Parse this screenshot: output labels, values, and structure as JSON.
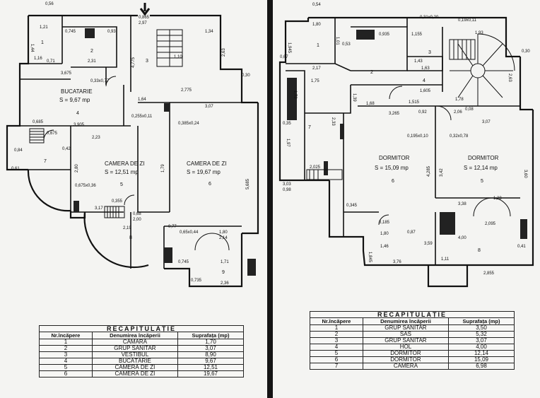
{
  "ground_floor": {
    "dims": {
      "d056": "0,56",
      "d121": "1,21",
      "d144": "1,44",
      "d116": "1,16",
      "d071": "0,71",
      "d0745": "0,745",
      "d093": "0,93",
      "d0865": "0,865",
      "d297": "2,97",
      "d134": "1,34",
      "d110": "1,10",
      "d231": "2,31",
      "d3675": "3,675",
      "d4775": "4,775",
      "d033": "0,33x0,77",
      "d263": "2,63",
      "d030": "0,30",
      "d2775": "2,775",
      "d164": "1,64",
      "d0255": "0,255x0,11",
      "d0385": "0,385x0,24",
      "d307": "3,07",
      "d3905": "3,905",
      "d223": "2,23",
      "d0685": "0,685",
      "d0675": "0,675",
      "d084": "0,84",
      "d061": "0,61",
      "d042": "0,42",
      "d280": "2,80",
      "d179": "1,79",
      "d5685": "5,685",
      "d0675b": "0,675x0,36",
      "d317": "3,17",
      "d0355": "0,355",
      "d068": "0,68",
      "d219": "2,19",
      "d200": "2,00",
      "d077": "0,77",
      "d065": "0,65x0,44",
      "d180": "1,80",
      "d214": "2,14",
      "d0745b": "0,745",
      "d171": "1,71",
      "d0735": "0,735",
      "d236": "2,36"
    },
    "rooms": {
      "n1": "1",
      "n2": "2",
      "n3": "3",
      "n4": "4",
      "n5": "5",
      "n6": "6",
      "n7": "7",
      "n8": "8",
      "n9": "9",
      "bucatarie": "BUCATARIE",
      "bucatarie_area": "S = 9,67 mp",
      "camera5": "CAMERA DE ZI",
      "camera5_area": "S = 12,51 mp",
      "camera6": "CAMERA DE ZI",
      "camera6_area": "S = 19,67 mp"
    },
    "recap": {
      "title": "RECAPITULAȚIE",
      "headers": [
        "Nr.încăpere",
        "Denumirea încăperii",
        "Suprafața (mp)"
      ],
      "rows": [
        [
          "1",
          "CĂMARĂ",
          "1,70"
        ],
        [
          "2",
          "GRUP SANITAR",
          "3,07"
        ],
        [
          "3",
          "VESTIBUL",
          "8,90"
        ],
        [
          "4",
          "BUCĂTĂRIE",
          "9,67"
        ],
        [
          "5",
          "CAMERĂ DE ZI",
          "12,51"
        ],
        [
          "6",
          "CAMERĂ DE ZI",
          "19,67"
        ]
      ]
    }
  },
  "upper_floor": {
    "dims": {
      "d054": "0,54",
      "d180": "1,80",
      "d101": "1,01",
      "d1945": "1,945",
      "d053": "0,53",
      "d0935": "0,935",
      "d1155": "1,155",
      "d031": "0,31x0,20",
      "d019": "0,19x0,11",
      "d193": "1,93",
      "d067": "0,67",
      "d217": "2,17",
      "d143": "1,43",
      "d163": "1,63",
      "d030": "0,30",
      "d175": "1,75",
      "d139": "1,39",
      "d1605": "1,605",
      "d263": "2,63",
      "d172": "1,72",
      "d168": "1,68",
      "d1515": "1,515",
      "d178": "1,78",
      "d3265": "3,265",
      "d092": "0,92",
      "d206": "2,06",
      "d008": "0,08",
      "d0195": "0,195x0,10",
      "d032": "0,32x0,78",
      "d307": "3,07",
      "d035": "0,35",
      "d233": "2,33",
      "d197": "1,97",
      "d2025": "2,025",
      "d4285": "4,285",
      "d342": "3,42",
      "d360": "3,60",
      "d303": "3,03",
      "d098": "0,98",
      "d0345": "0,345",
      "d338": "3,38",
      "d128": "1,28",
      "d3185": "3,185",
      "d2095": "2,095",
      "d087": "0,87",
      "d180b": "1,80",
      "d146": "1,46",
      "d359": "3,59",
      "d400": "4,00",
      "d041": "0,41",
      "d1845": "1,845",
      "d376": "3,76",
      "d111": "1,11",
      "d2855": "2,855"
    },
    "rooms": {
      "n1": "1",
      "n2": "2",
      "n3": "3",
      "n4": "4",
      "n5": "5",
      "n6": "6",
      "n7": "7",
      "n8": "8",
      "dormitor6": "DORMITOR",
      "dormitor6_area": "S = 15,09 mp",
      "dormitor5": "DORMITOR",
      "dormitor5_area": "S = 12,14 mp"
    },
    "recap": {
      "title": "RECAPITULAȚIE",
      "headers": [
        "Nr.încăpere",
        "Denumirea încăperii",
        "Suprafața (mp)"
      ],
      "rows": [
        [
          "1",
          "GRUP SANITAR",
          "3,50"
        ],
        [
          "2",
          "SAS",
          "5,32"
        ],
        [
          "3",
          "GRUP SANITAR",
          "3,07"
        ],
        [
          "4",
          "HOL",
          "4,00"
        ],
        [
          "5",
          "DORMITOR",
          "12,14"
        ],
        [
          "6",
          "DORMITOR",
          "15,09"
        ],
        [
          "7",
          "CAMERA",
          "6,98"
        ]
      ]
    }
  }
}
